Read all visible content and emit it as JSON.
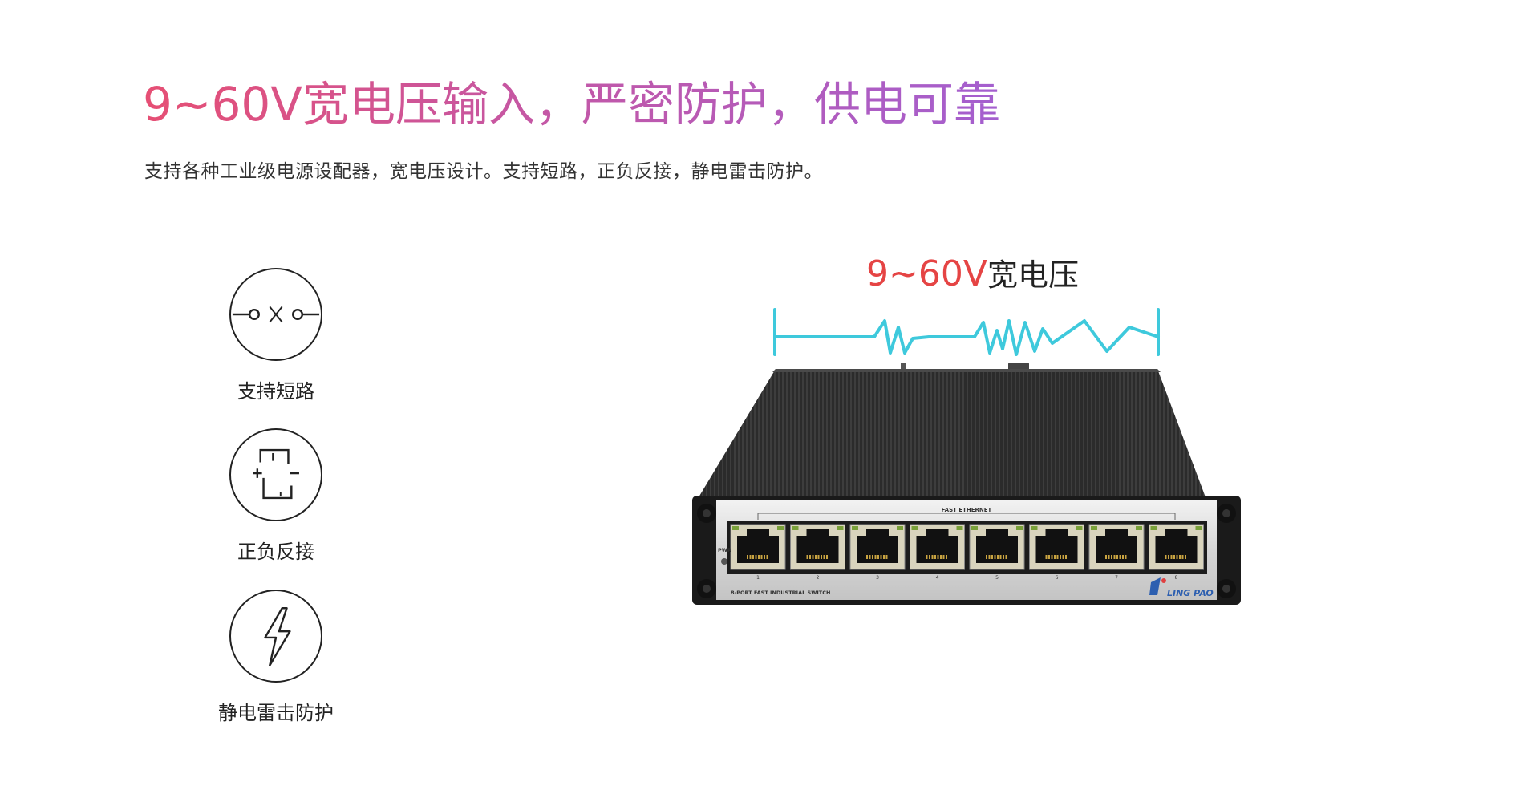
{
  "headline": "9~60V宽电压输入，严密防护，供电可靠",
  "subline": "支持各种工业级电源设配器，宽电压设计。支持短路，正负反接，静电雷击防护。",
  "features": [
    {
      "label": "支持短路",
      "icon": "short-circuit-icon"
    },
    {
      "label": "正负反接",
      "icon": "reverse-polarity-icon"
    },
    {
      "label": "静电雷击防护",
      "icon": "lightning-icon"
    }
  ],
  "voltage": {
    "value": "9~60V",
    "text": "宽电压"
  },
  "device": {
    "top_label": "FAST ETHERNET",
    "bottom_label": "8-PORT FAST INDUSTRIAL SWITCH",
    "pwr_label": "PWR",
    "brand": "LING PAO",
    "ports": [
      "1",
      "2",
      "3",
      "4",
      "5",
      "6",
      "7",
      "8"
    ]
  },
  "colors": {
    "headline_start": "#e64f74",
    "headline_end": "#a45fcf",
    "voltage_red": "#e54444",
    "wave_cyan": "#3ec9dc"
  }
}
